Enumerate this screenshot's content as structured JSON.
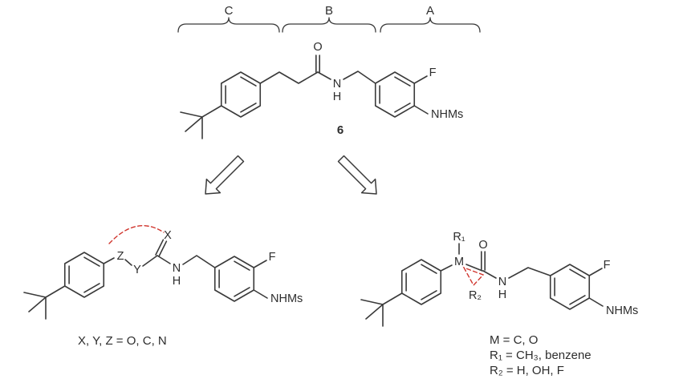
{
  "figure": {
    "background": "#ffffff",
    "bond_color": "#3a3a3a",
    "ink_color": "#2d2d2d",
    "highlight_color": "#d0342c"
  },
  "region_braces": {
    "c": "C",
    "b": "B",
    "a": "A"
  },
  "lead_compound": {
    "number": "6"
  },
  "atoms": {
    "oxygen": "O",
    "nitrogen": "N",
    "hydrogen": "H",
    "fluorine": "F",
    "nhms": "NHMs"
  },
  "left_design": {
    "x": "X",
    "y": "Y",
    "z": "Z",
    "caption": "X, Y, Z = O, C, N"
  },
  "right_design": {
    "m": "M",
    "r1": "R₁",
    "r2": "R₂",
    "caption_line1": "M  = C, O",
    "caption_line2": "R₁ = CH₃, benzene",
    "caption_line3": "R₂ = H, OH, F"
  }
}
